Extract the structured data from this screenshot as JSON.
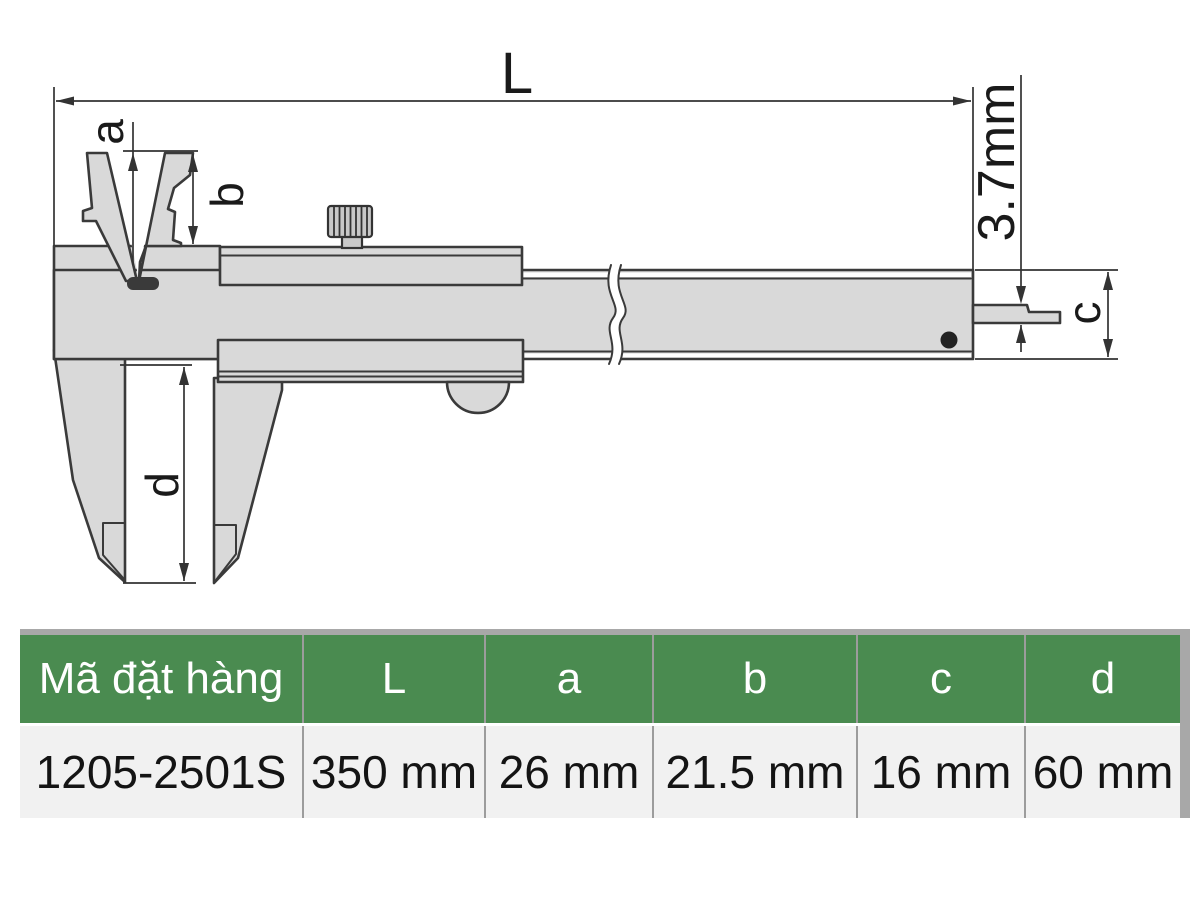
{
  "diagram": {
    "title": "vernier caliper dimension drawing",
    "labels": {
      "length": "L",
      "a": "a",
      "b": "b",
      "c": "c",
      "d": "d",
      "depth_step": "3.7mm"
    }
  },
  "table": {
    "header": [
      "Mã đặt hàng",
      "L",
      "a",
      "b",
      "c",
      "d"
    ],
    "row": [
      "1205-2501S",
      "350 mm",
      "26 mm",
      "21.5 mm",
      "16 mm",
      "60 mm"
    ]
  },
  "colors": {
    "header_green": "#4a8b50",
    "header_text": "#ffffff",
    "row_background": "#f1f1f1",
    "table_border_gray": "#a8a8a8",
    "column_separator": "#9c9c9c",
    "drawing_fill": "#d9d9d9",
    "drawing_line": "#3a3a3a"
  }
}
